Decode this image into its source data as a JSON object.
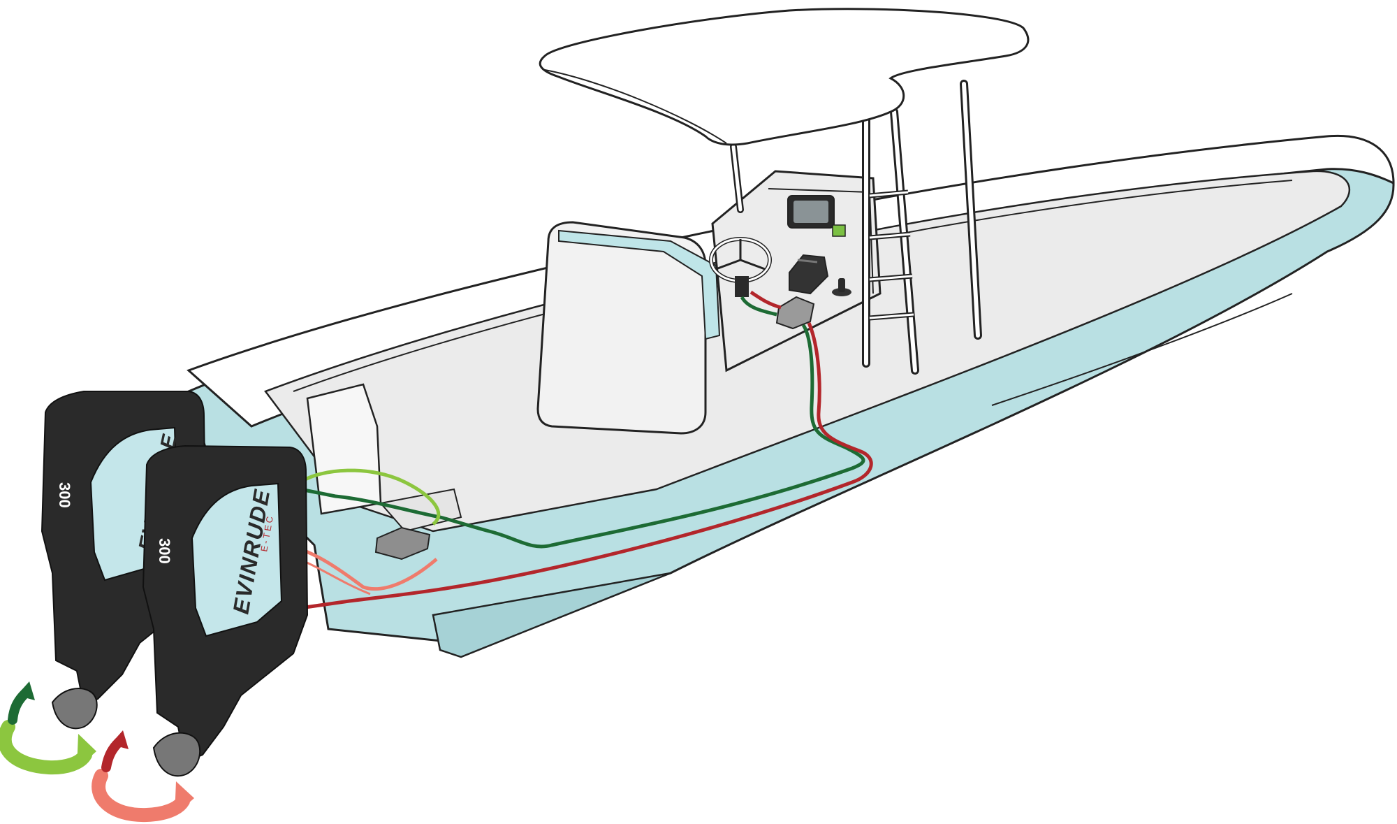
{
  "engines": {
    "brand": "EVINRUDE",
    "model": "300",
    "series": "E-TEC"
  },
  "colors": {
    "hull": "#b9e0e3",
    "deck": "#ebebeb",
    "outline": "#222222",
    "engine_body": "#2a2a2a",
    "engine_panel": "#c4e6ea",
    "wire_dark_green": "#1d6b34",
    "wire_light_green": "#8cc63f",
    "wire_dark_red": "#b3262b",
    "wire_light_red": "#ef7b6c",
    "arrow_green_dark": "#1d6b34",
    "arrow_green_light": "#8cc63f",
    "arrow_red_dark": "#b3262b",
    "arrow_red_light": "#ef7b6c"
  },
  "icons": [
    "port-rotation-arrow-icon",
    "starboard-rotation-arrow-icon",
    "steering-wheel-icon",
    "throttle-icon",
    "joystick-icon",
    "display-icon"
  ]
}
